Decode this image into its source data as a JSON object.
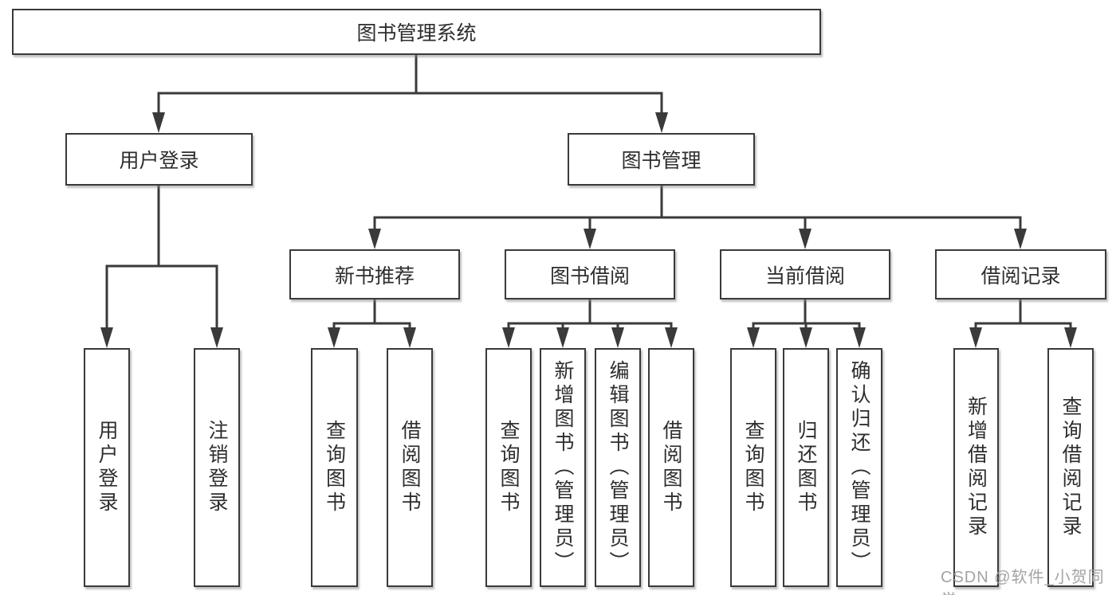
{
  "tree": {
    "label": "图书管理系统",
    "children": [
      {
        "label": "用户登录",
        "children": [
          {
            "label": "用户登录"
          },
          {
            "label": "注销登录"
          }
        ]
      },
      {
        "label": "图书管理",
        "children": [
          {
            "label": "新书推荐",
            "children": [
              {
                "label": "查询图书"
              },
              {
                "label": "借阅图书"
              }
            ]
          },
          {
            "label": "图书借阅",
            "children": [
              {
                "label": "查询图书"
              },
              {
                "label": "新增图书（管理员）"
              },
              {
                "label": "编辑图书（管理员）"
              },
              {
                "label": "借阅图书"
              }
            ]
          },
          {
            "label": "当前借阅",
            "children": [
              {
                "label": "查询图书"
              },
              {
                "label": "归还图书"
              },
              {
                "label": "确认归还（管理员）"
              }
            ]
          },
          {
            "label": "借阅记录",
            "children": [
              {
                "label": "新增借阅记录"
              },
              {
                "label": "查询借阅记录"
              }
            ]
          }
        ]
      }
    ]
  },
  "watermark": "CSDN @软件_小贺同学",
  "colors": {
    "line": "#3a3a3a",
    "text": "#2e2e2e",
    "watermark": "#a3a3a3"
  }
}
